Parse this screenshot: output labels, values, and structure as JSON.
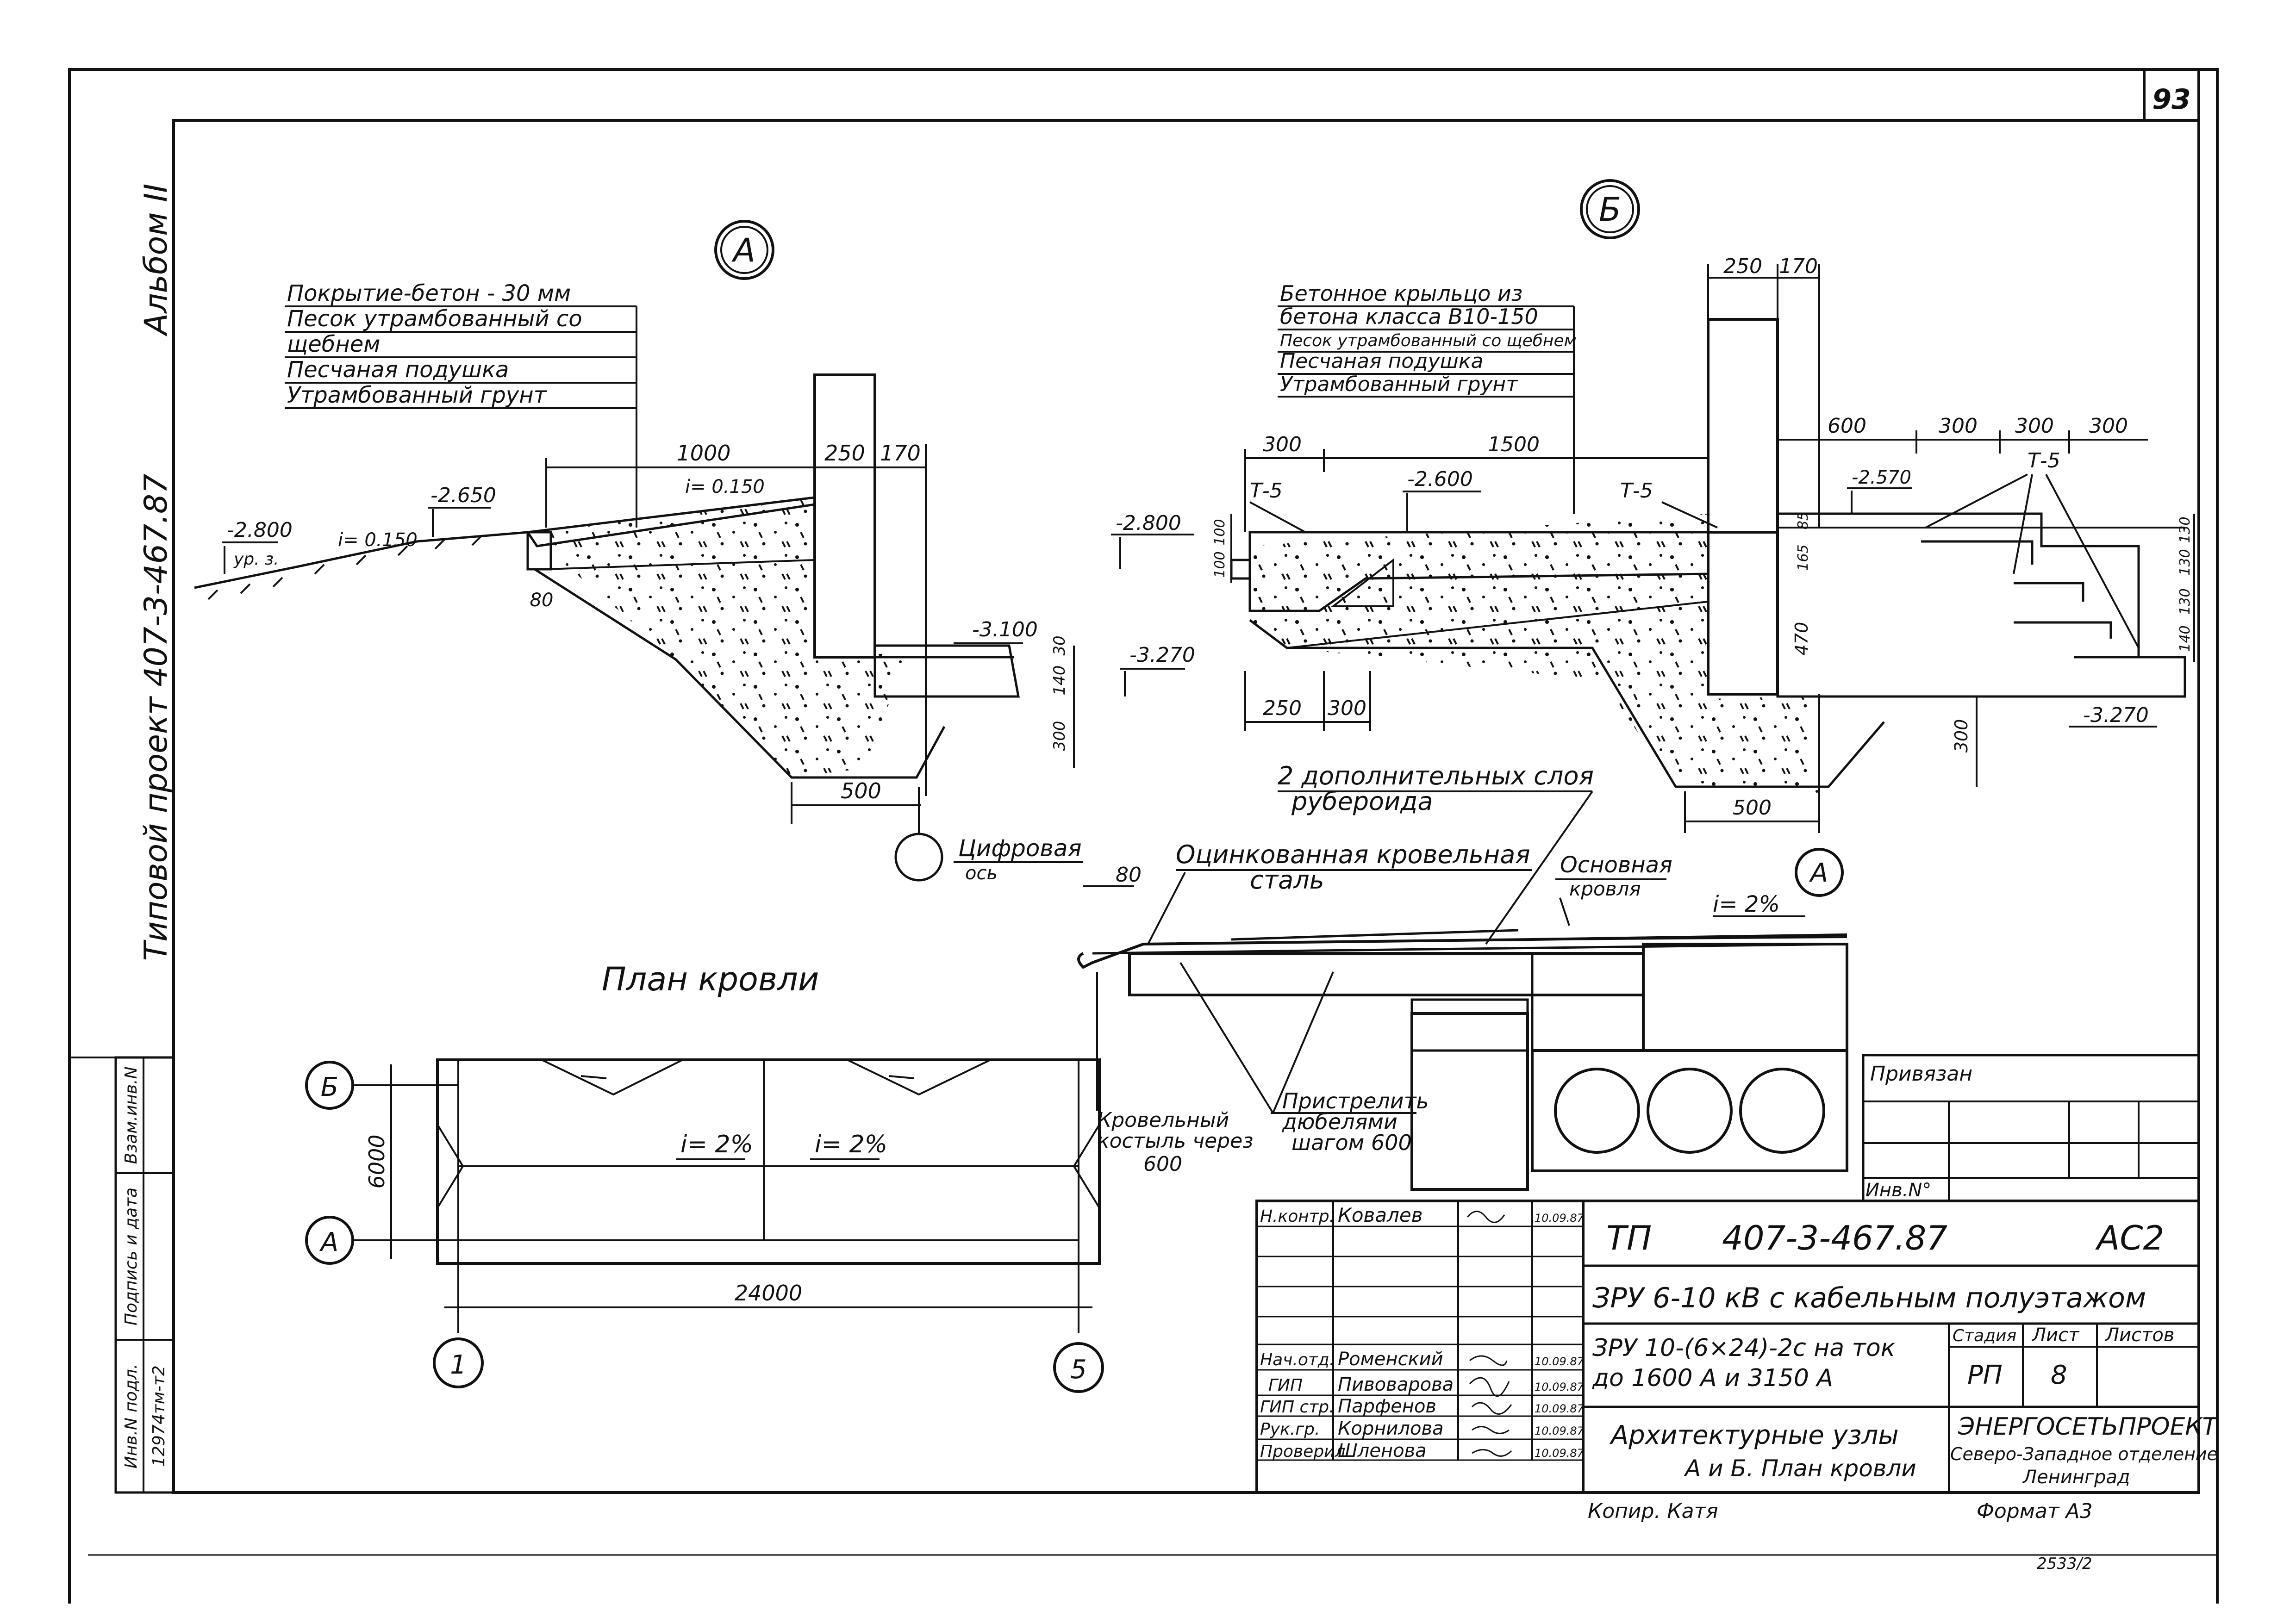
{
  "sheet": {
    "number": "93",
    "side_album": "Альбом II",
    "side_project": "Типовой проект   407-3-467.87",
    "copied": "Копир. Катя",
    "format": "Формат А3",
    "archive_no": "2533/2"
  },
  "side_stamp": {
    "cells": [
      "Инв.N подл.",
      "Подпись и дата",
      "Взам.инв.N"
    ],
    "inv_value": "12974тм-т2"
  },
  "section_a": {
    "marker": "А",
    "layers": [
      "Покрытие-бетон - 30 мм",
      "Песок утрамбованный со",
      "щебнем",
      "Песчаная подушка",
      "Утрамбованный грунт"
    ],
    "dims": {
      "d1000": "1000",
      "d250": "250",
      "d170": "170",
      "d80": "80",
      "d30": "30",
      "d140": "140",
      "d300": "300",
      "d500": "500"
    },
    "levels": {
      "l2800": "-2.800",
      "ur3": "ур. з.",
      "l2650": "-2.650",
      "l3100": "-3.100",
      "l3270": "-3.270"
    },
    "slopes": {
      "s1": "i= 0.150",
      "s2": "i= 0.150"
    }
  },
  "section_b": {
    "marker": "Б",
    "layers": [
      "Бетонное крыльцо из",
      "бетона класса В10-150",
      "Песок утрамбованный со щебнем",
      "Песчаная подушка",
      "Утрамбованный грунт"
    ],
    "dims": {
      "d250t": "250",
      "d170t": "170",
      "d300a": "300",
      "d1500": "1500",
      "d600": "600",
      "d300b": "300",
      "d300c": "300",
      "d300d": "300",
      "d250b": "250",
      "d300e": "300",
      "d300v": "300",
      "d500": "500",
      "d470": "470",
      "d165": "165",
      "d85": "85",
      "d100a": "100",
      "d100b": "100",
      "d130a": "130",
      "d130b": "130",
      "d130c": "130",
      "d140": "140"
    },
    "levels": {
      "l2800": "-2.800",
      "l2600": "-2.600",
      "l2570": "-2.570",
      "l3270": "-3.270"
    },
    "tags": {
      "t5a": "Т-5",
      "t5b": "Т-5",
      "t5c": "Т-5"
    }
  },
  "roof_detail": {
    "marker": "А",
    "note_layers": "2 дополнительных слоя",
    "note_layers2": "рубероида",
    "note_steel": "Оцинкованная кровельная",
    "note_steel2": "сталь",
    "note_main": "Основная",
    "note_main2": "кровля",
    "slope": "i= 2%",
    "dim80": "80",
    "note_nail": "Пристрелить",
    "note_nail2": "дюбелями",
    "note_nail3": "шагом 600",
    "note_hook": "Кровельный",
    "note_hook2": "костыль через",
    "note_hook3": "600",
    "axis_note": "Цифровая",
    "axis_note2": "ось"
  },
  "roof_plan": {
    "title": "План кровли",
    "axis_b": "Б",
    "axis_a": "А",
    "axis_1": "1",
    "axis_5": "5",
    "dim_width": "6000",
    "dim_length": "24000",
    "slope_left": "i= 2%",
    "slope_right": "i= 2%"
  },
  "title_block": {
    "linked": "Привязан",
    "inv_no": "Инв.N°",
    "code_prefix": "ТП",
    "code": "407-3-467.87",
    "mark": "АС2",
    "project_title": "ЗРУ 6-10 кВ с кабельным полуэтажом",
    "object_line1": "ЗРУ 10-(6×24)-2с на ток",
    "object_line2": "до 1600 А и 3150 А",
    "stage_h": "Стадия",
    "sheet_h": "Лист",
    "sheets_h": "Листов",
    "stage": "РП",
    "sheet": "8",
    "sheets": "",
    "drawing_title1": "Архитектурные узлы",
    "drawing_title2": "А и Б. План кровли",
    "org1": "ЭНЕРГОСЕТЬПРОЕКТ",
    "org2": "Северо-Западное отделение",
    "org3": "Ленинград",
    "people": [
      {
        "role": "Н.контр.",
        "name": "Ковалев",
        "date": "10.09.87"
      },
      {
        "role": "",
        "name": "",
        "date": ""
      },
      {
        "role": "",
        "name": "",
        "date": ""
      },
      {
        "role": "",
        "name": "",
        "date": ""
      },
      {
        "role": "",
        "name": "",
        "date": ""
      },
      {
        "role": "Нач.отд.",
        "name": "Роменский",
        "date": "10.09.87"
      },
      {
        "role": "ГИП",
        "name": "Пивоварова",
        "date": "10.09.87"
      },
      {
        "role": "ГИП стр.",
        "name": "Парфенов",
        "date": "10.09.87"
      },
      {
        "role": "Рук.гр.",
        "name": "Корнилова",
        "date": "10.09.87"
      },
      {
        "role": "Проверил",
        "name": "Шленова",
        "date": "10.09.87"
      }
    ]
  }
}
